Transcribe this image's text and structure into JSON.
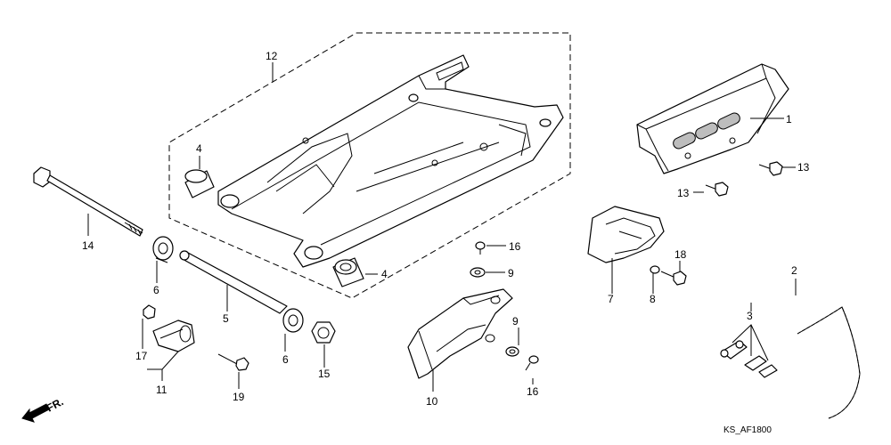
{
  "diagram": {
    "code": "KS_AF1800",
    "direction_label": "FR.",
    "parts": [
      {
        "label": "1"
      },
      {
        "label": "2"
      },
      {
        "label": "3"
      },
      {
        "label": "4"
      },
      {
        "label": "4"
      },
      {
        "label": "5"
      },
      {
        "label": "6"
      },
      {
        "label": "6"
      },
      {
        "label": "7"
      },
      {
        "label": "8"
      },
      {
        "label": "9"
      },
      {
        "label": "9"
      },
      {
        "label": "10"
      },
      {
        "label": "11"
      },
      {
        "label": "12"
      },
      {
        "label": "13"
      },
      {
        "label": "13"
      },
      {
        "label": "14"
      },
      {
        "label": "15"
      },
      {
        "label": "16"
      },
      {
        "label": "16"
      },
      {
        "label": "17"
      },
      {
        "label": "18"
      },
      {
        "label": "19"
      }
    ]
  }
}
